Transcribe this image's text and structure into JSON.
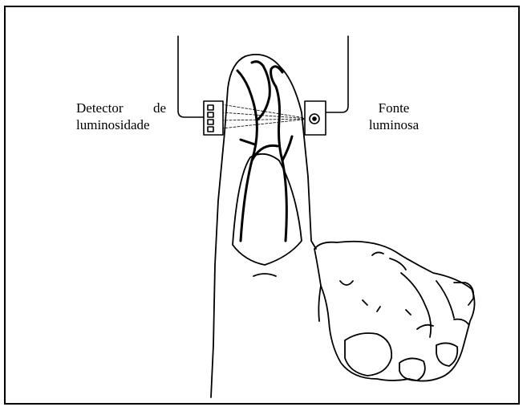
{
  "diagram": {
    "labels": {
      "detector_line1": "Detector  de",
      "detector_line2": "luminosidade",
      "source_line1": "Fonte",
      "source_line2": "luminosa"
    },
    "colors": {
      "ink": "#000000",
      "background": "#ffffff"
    }
  }
}
